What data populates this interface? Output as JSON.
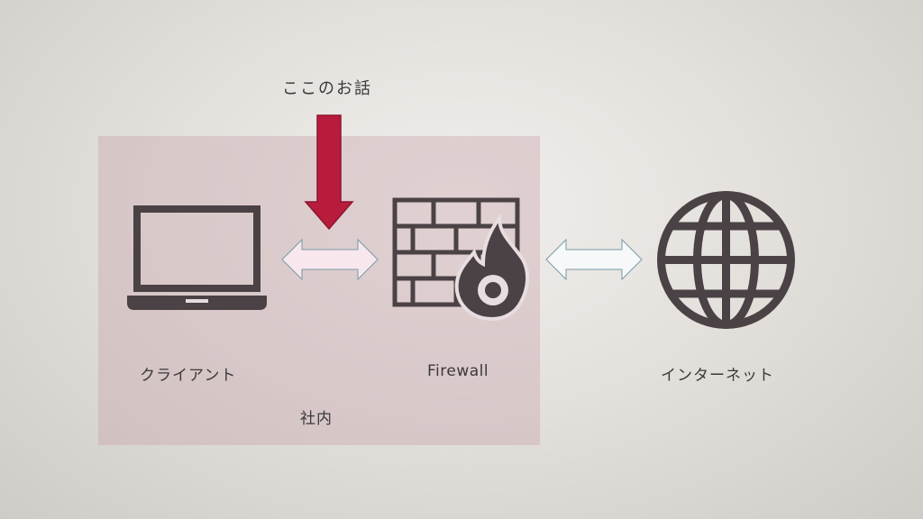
{
  "callout": {
    "label": "ここのお話",
    "arrow_color": "#b81c3c"
  },
  "zone": {
    "label": "社内"
  },
  "nodes": {
    "client": {
      "label": "クライアント",
      "icon": "laptop-icon"
    },
    "firewall": {
      "label": "Firewall",
      "icon": "firewall-icon"
    },
    "internet": {
      "label": "インターネット",
      "icon": "globe-icon"
    }
  },
  "connectors": [
    {
      "from": "client",
      "to": "firewall",
      "style": "bidirectional",
      "fill": "#f8e8ee"
    },
    {
      "from": "firewall",
      "to": "internet",
      "style": "bidirectional",
      "fill": "#f6f8f9"
    }
  ],
  "colors": {
    "icon": "#4a4244",
    "zone": "#c8a0a8",
    "connector_stroke": "#7a9aa8"
  }
}
